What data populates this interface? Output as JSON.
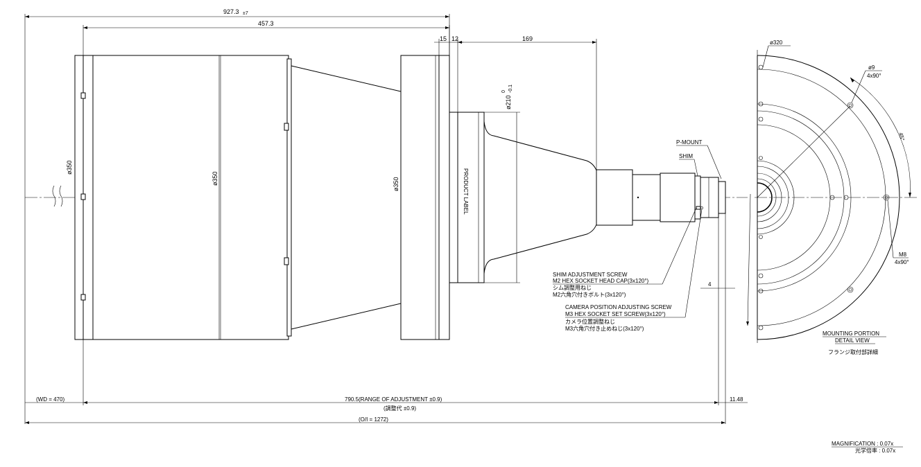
{
  "dimensions": {
    "total_length": "927.3",
    "total_length_tol": "±7",
    "body_length": "457.3",
    "flange_thickness": "15",
    "flange_gap": "12",
    "rear_length": "169",
    "diameter_front": "350",
    "diameter_body": "350",
    "diameter_flange": "350",
    "diameter_rear": "210",
    "diameter_rear_tol_upper": "0",
    "diameter_rear_tol_lower": "-0.1",
    "shim_offset": "4",
    "mount_offset": "11.48",
    "wd": "(WD = 470)",
    "adjustment_range": "790.5(RANGE OF ADJUSTMENT ±0.9)",
    "adjustment_range_jp": "(調整代 ±0.9)",
    "oi": "(O/I = 1272)"
  },
  "labels": {
    "p_mount": "P-MOUNT",
    "shim": "SHIM",
    "product_label": "PRODUCT LABEL",
    "shim_screw": [
      "SHIM ADJUSTMENT SCREW",
      "M2 HEX SOCKET HEAD CAP(3x120°)",
      "シム調整用ねじ",
      "M2六角穴付きボルト(3x120°)"
    ],
    "camera_screw": [
      "CAMERA POSITION ADJUSTING SCREW",
      "M3 HEX SOCKET SET SCREW(3x120°)",
      "カメラ位置調整ねじ",
      "M3六角穴付き止めねじ(3x120°)"
    ]
  },
  "detail_view": {
    "diameter": "320",
    "hole_diameter": "9",
    "hole_pattern": "4x90°",
    "angle": "45°",
    "thread": "M8",
    "thread_pattern": "4x90°",
    "title": "MOUNTING PORTION",
    "title2": "DETAIL VIEW",
    "title_jp": "フランジ取付部詳細"
  },
  "magnification": {
    "en": "MAGNIFICATION : 0.07x",
    "jp": "光学倍率 : 0.07x"
  },
  "diameter_symbol": "ø"
}
